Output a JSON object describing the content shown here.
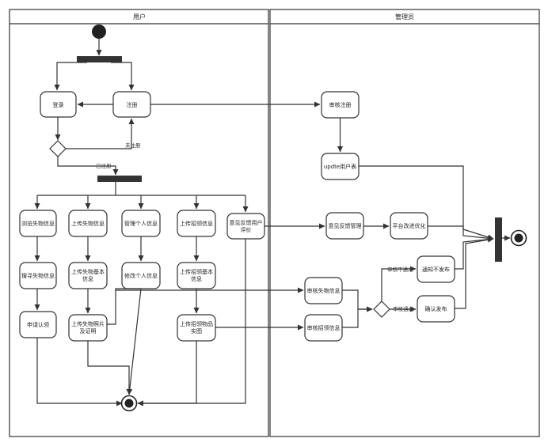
{
  "lanes": {
    "user": "用户",
    "admin": "管理员"
  },
  "activities": {
    "login": "登录",
    "register": "注册",
    "review_register": "审核注册",
    "update_user_table": "updte用户表",
    "browse_lost": "浏览失物信息",
    "upload_lost": "上传失物信息",
    "manage_personal": "管理个人信息",
    "upload_found": "上传招领信息",
    "feedback_l1": "意见反馈用户",
    "feedback_l2": "评价",
    "search_lost": "搜寻失物信息",
    "lost_basic_l1": "上传失物基本",
    "lost_basic_l2": "信息",
    "modify_personal": "修改个人信息",
    "found_basic_l1": "上传招领基本",
    "found_basic_l2": "信息",
    "apply_claim": "申请认领",
    "lost_photo_l1": "上传失物照片",
    "lost_photo_l2": "及证明",
    "found_photo_l1": "上传招领物品",
    "found_photo_l2": "实图",
    "feedback_manage": "意见反馈管理",
    "platform_improve": "平台改进优化",
    "review_lost": "审核失物信息",
    "review_found": "审核招领信息",
    "notify_no_publish": "通知不发布",
    "confirm_publish": "确认发布"
  },
  "guards": {
    "not_registered": "未注册",
    "registered": "已注册",
    "review_failed": "审核不通过",
    "review_passed": "审核通过"
  }
}
